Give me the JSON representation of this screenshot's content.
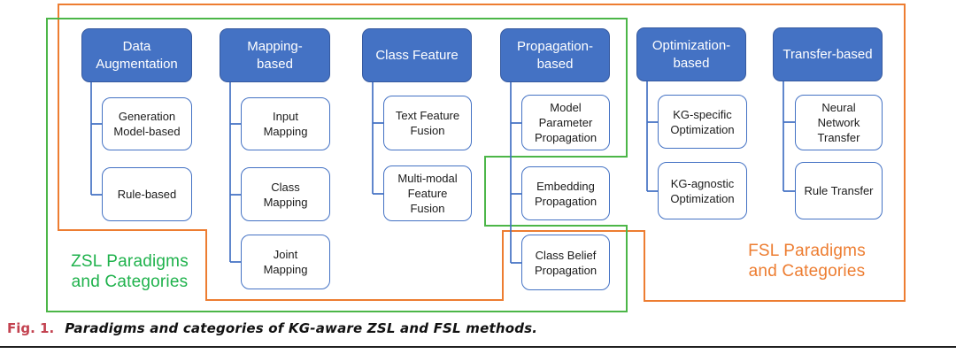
{
  "colors": {
    "header-blue": "#4472C4",
    "header-border": "#35599F",
    "box-border-blue": "#4472C4",
    "connector-blue": "#4472C4",
    "zsl-green": "#4CB648",
    "zsl-text-green": "#1FB24C",
    "fsl-orange": "#ED7D31",
    "caption-red": "#C34250",
    "text-dark": "#1B1B1B"
  },
  "columns": [
    {
      "header": "Data\nAugmentation",
      "children": [
        "Generation\nModel-based",
        "Rule-based"
      ]
    },
    {
      "header": "Mapping-\nbased",
      "children": [
        "Input\nMapping",
        "Class\nMapping",
        "Joint\nMapping"
      ]
    },
    {
      "header": "Class Feature",
      "children": [
        "Text Feature\nFusion",
        "Multi-modal\nFeature\nFusion"
      ]
    },
    {
      "header": "Propagation-\nbased",
      "children": [
        "Model\nParameter\nPropagation",
        "Embedding\nPropagation",
        "Class Belief\nPropagation"
      ]
    },
    {
      "header": "Optimization-\nbased",
      "children": [
        "KG-specific\nOptimization",
        "KG-agnostic\nOptimization"
      ]
    },
    {
      "header": "Transfer-based",
      "children": [
        "Neural\nNetwork\nTransfer",
        "Rule Transfer"
      ]
    }
  ],
  "regions": {
    "zsl_label": "ZSL Paradigms\nand Categories",
    "fsl_label": "FSL Paradigms\nand Categories"
  },
  "caption": {
    "label": "Fig. 1.",
    "text": "Paradigms and categories of KG-aware ZSL and FSL methods."
  }
}
